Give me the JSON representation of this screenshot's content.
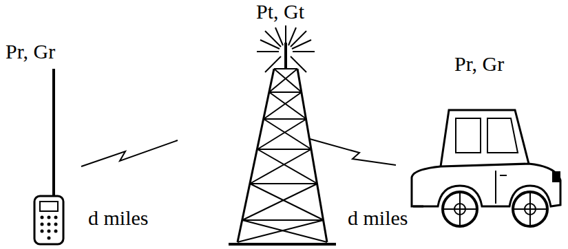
{
  "diagram": {
    "labels": [
      "Pt, Gt",
      "Pr, Gr",
      "d miles",
      "d miles",
      "Pr, Gr"
    ]
  }
}
